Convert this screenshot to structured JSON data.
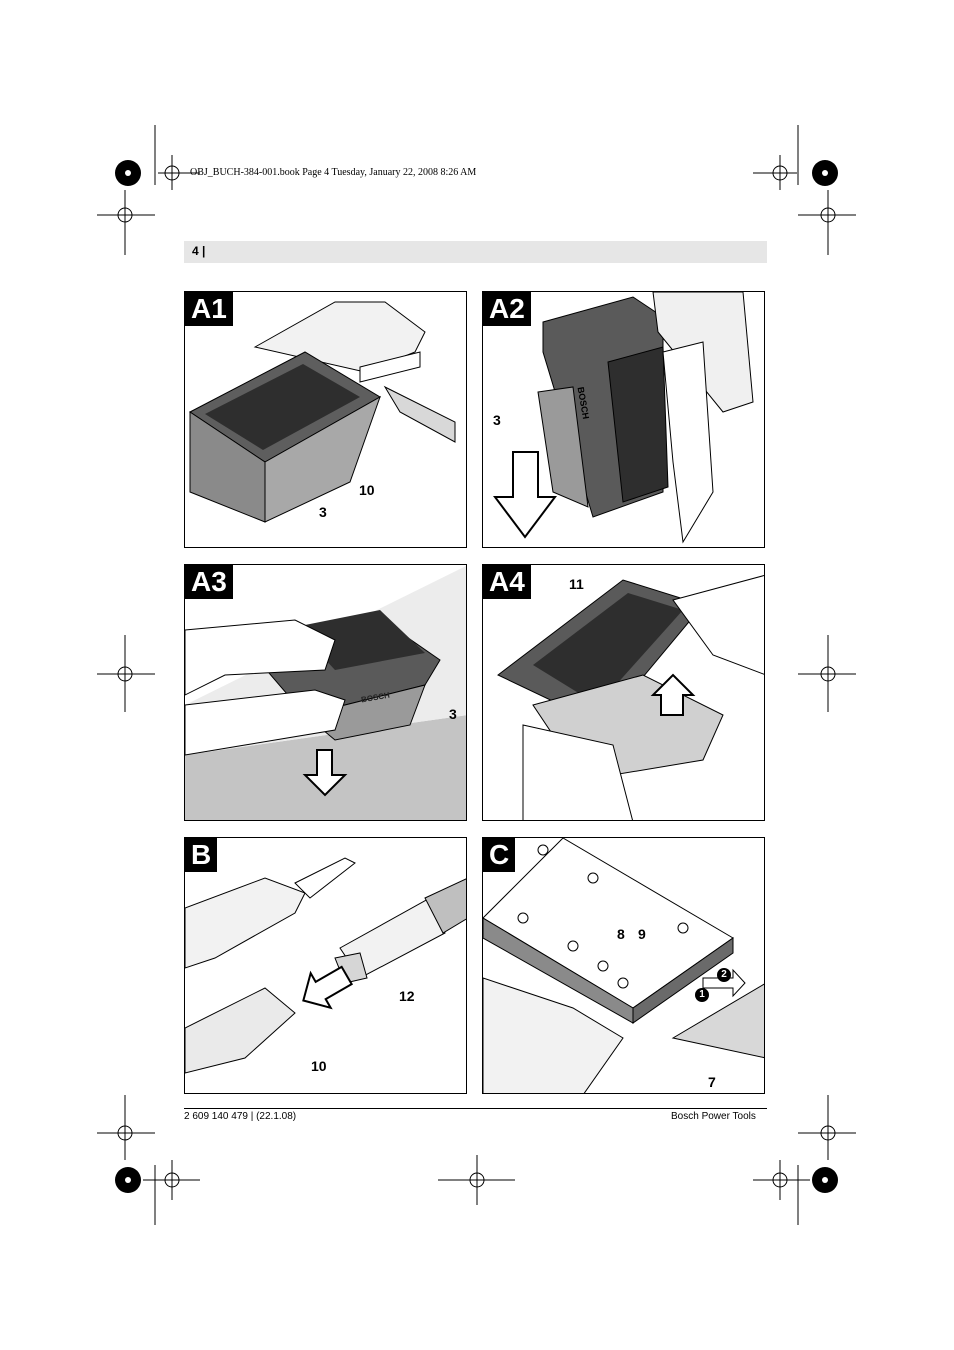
{
  "header": {
    "book_line": "OBJ_BUCH-384-001.book  Page 4  Tuesday, January 22, 2008  8:26 AM"
  },
  "page": {
    "number": "4 |"
  },
  "figures": [
    {
      "tag": "A1",
      "callouts": [
        "10",
        "3"
      ]
    },
    {
      "tag": "A2",
      "callouts": [
        "3"
      ],
      "brand": "BOSCH"
    },
    {
      "tag": "A3",
      "callouts": [
        "3"
      ],
      "brand": "BOSCH"
    },
    {
      "tag": "A4",
      "callouts": [
        "11"
      ]
    },
    {
      "tag": "B",
      "callouts": [
        "12",
        "10"
      ]
    },
    {
      "tag": "C",
      "callouts": [
        "8",
        "9",
        "7"
      ],
      "steps": [
        "1",
        "2"
      ]
    }
  ],
  "footer": {
    "left": "2 609 140 479 | (22.1.08)",
    "right": "Bosch Power Tools"
  }
}
